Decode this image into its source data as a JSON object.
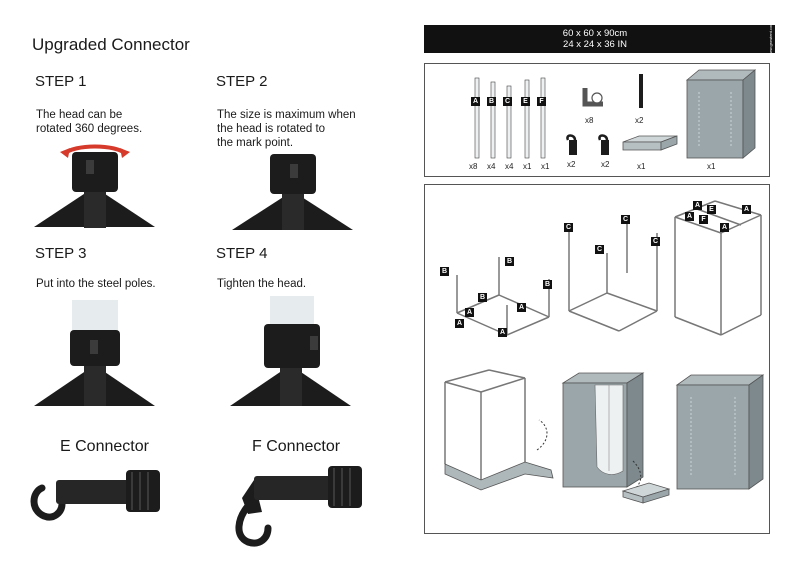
{
  "left": {
    "title": "Upgraded Connector",
    "steps": [
      {
        "label": "STEP 1",
        "text_lines": [
          "The head can be",
          "rotated 360 degrees."
        ]
      },
      {
        "label": "STEP 2",
        "text_lines": [
          "The size is maximum when",
          "the head is rotated to",
          "the mark point."
        ]
      },
      {
        "label": "STEP 3",
        "text_lines": [
          "Put into the steel poles."
        ]
      },
      {
        "label": "STEP 4",
        "text_lines": [
          "Tighten the head."
        ]
      }
    ],
    "connectors": [
      {
        "label": "E Connector"
      },
      {
        "label": "F Connector"
      }
    ]
  },
  "right": {
    "size_line1": "60 x 60 x 90cm",
    "size_line2": "24 x 24 x 36 IN",
    "side_tag": "www.growtent.com",
    "parts": {
      "poles": [
        {
          "letter": "A",
          "qty": "x8"
        },
        {
          "letter": "B",
          "qty": "x4"
        },
        {
          "letter": "C",
          "qty": "x4"
        },
        {
          "letter": "E",
          "qty": "x1"
        },
        {
          "letter": "F",
          "qty": "x1"
        }
      ],
      "corner_qty": "x8",
      "strap_qty": "x2",
      "e_hook_qty": "x2",
      "f_hook_qty": "x2",
      "tray_qty": "x1",
      "tent_qty": "x1"
    },
    "assembly_labels": {
      "frame1": [
        "B",
        "B",
        "B",
        "B",
        "A",
        "A",
        "A",
        "A",
        "B"
      ],
      "frame2": [
        "C",
        "C",
        "C",
        "C"
      ],
      "frame3": [
        "A",
        "E",
        "A",
        "A",
        "F",
        "A"
      ]
    }
  },
  "colors": {
    "connector_black": "#1c1c1c",
    "pole_white": "#e8eeef",
    "tent_gray": "#9aa6aa",
    "tent_dark": "#7d898d"
  }
}
